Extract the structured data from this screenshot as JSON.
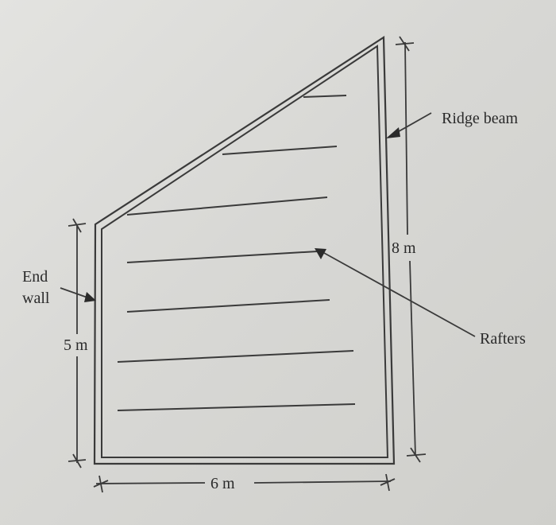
{
  "labels": {
    "ridge_beam": "Ridge beam",
    "rafters": "Rafters",
    "end_wall_line1": "End",
    "end_wall_line2": "wall",
    "height_left": "5 m",
    "height_right": "8 m",
    "width_bottom": "6 m"
  },
  "colors": {
    "ink": "#3a3a3a",
    "paper": "#dcdcd9"
  }
}
